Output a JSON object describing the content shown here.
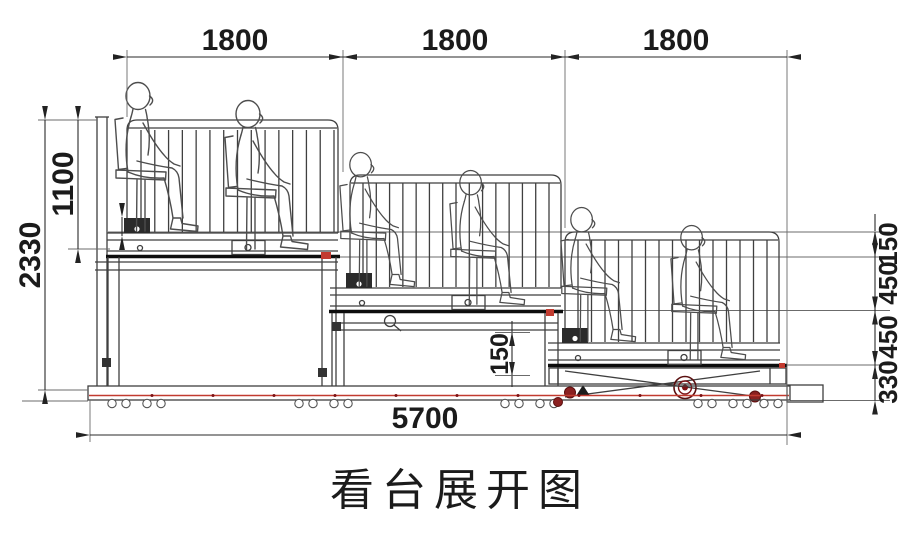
{
  "title": "看台展开图",
  "dimensions": {
    "top_spans": [
      "1800",
      "1800",
      "1800"
    ],
    "left": {
      "overall_height": "2330",
      "rail_height": "1100"
    },
    "right": {
      "seat_step": "150",
      "riser_upper": "450",
      "riser_lower": "450",
      "base_height": "330"
    },
    "middle": {
      "clearance": "150"
    },
    "bottom": {
      "overall_length": "5700"
    }
  },
  "drawing": {
    "tiers": 3,
    "figures_per_tier": 2,
    "figures_total": 6
  },
  "colors": {
    "line": "#3f3f3f",
    "black": "#0d0d0d",
    "rail_red": "#c23b30",
    "wheel_dark_red": "#7c1114",
    "background": "#ffffff"
  }
}
